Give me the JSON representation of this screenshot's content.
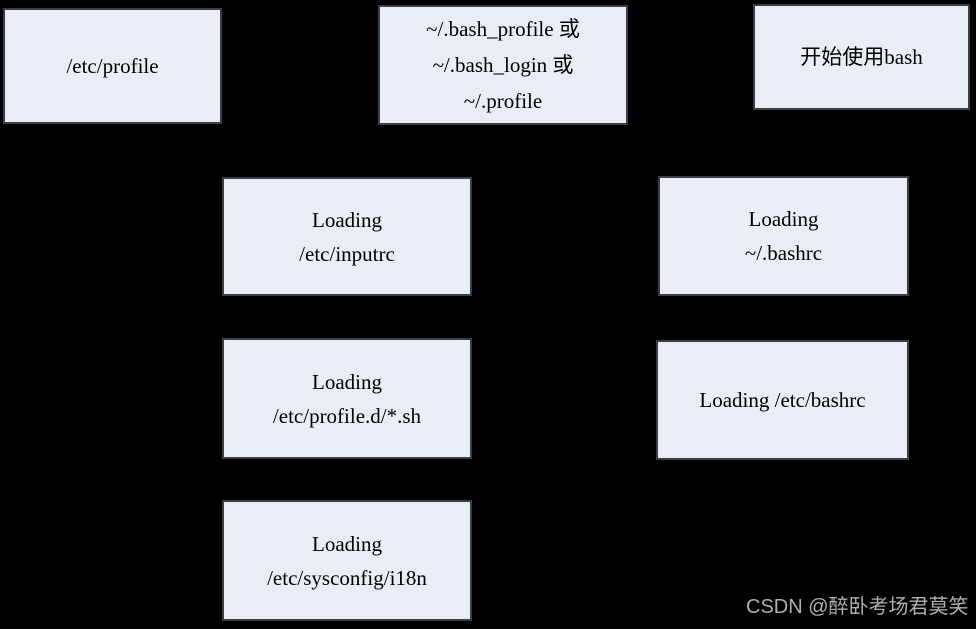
{
  "diagram": {
    "title_semantics": "bash startup files loading flowchart",
    "colors": {
      "background": "#000000",
      "box_fill": "#e9edf5",
      "box_border": "#3a3f47",
      "box_text": "#000000",
      "watermark_text": "#b0b0b0"
    },
    "boxes": [
      {
        "id": "etc-profile",
        "lines": [
          "/etc/profile"
        ]
      },
      {
        "id": "bash-profile-or",
        "lines": [
          "~/.bash_profile 或",
          "~/.bash_login 或",
          "~/.profile"
        ]
      },
      {
        "id": "start-using-bash",
        "lines": [
          "开始使用bash"
        ]
      },
      {
        "id": "loading-etc-inputrc",
        "lines": [
          "Loading",
          "/etc/inputrc"
        ]
      },
      {
        "id": "loading-home-bashrc",
        "lines": [
          "Loading",
          "~/.bashrc"
        ]
      },
      {
        "id": "loading-etc-profile-d",
        "lines": [
          "Loading",
          "/etc/profile.d/*.sh"
        ]
      },
      {
        "id": "loading-etc-bashrc",
        "lines": [
          "Loading /etc/bashrc"
        ]
      },
      {
        "id": "loading-etc-sysconfig-i18n",
        "lines": [
          "Loading",
          "/etc/sysconfig/i18n"
        ]
      }
    ]
  },
  "watermark": {
    "text": "CSDN @醉卧考场君莫笑"
  }
}
